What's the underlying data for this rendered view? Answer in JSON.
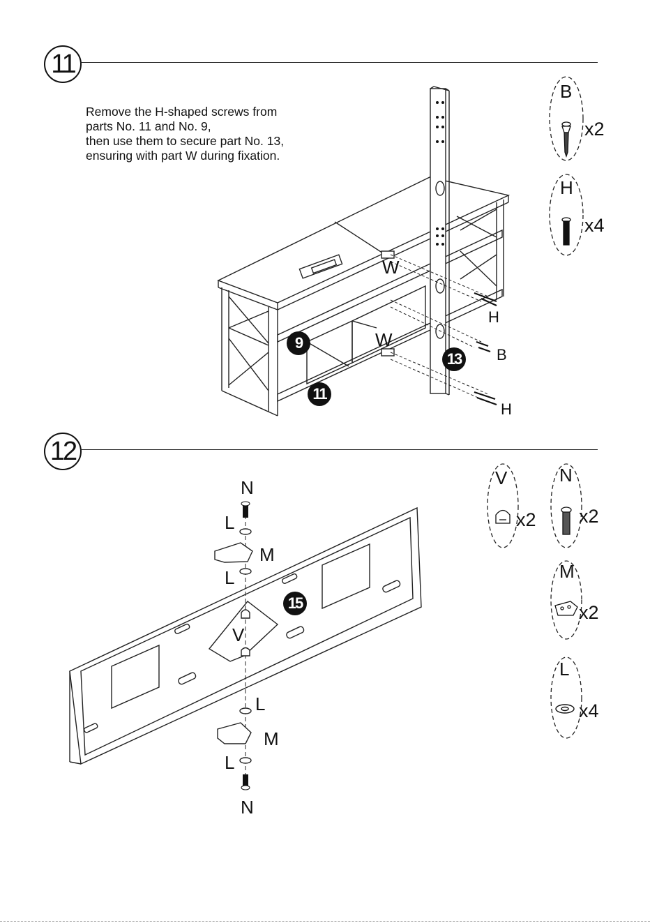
{
  "steps": [
    {
      "number": "11",
      "instructions": "Remove the H-shaped screws from\nparts No. 11 and No. 9,\n then use them to secure part No. 13,\nensuring with part W during fixation.",
      "callouts": {
        "w_top": "W",
        "w_bottom": "W",
        "h_top": "H",
        "b": "B",
        "h_bottom": "H"
      },
      "part_badges": {
        "p9": "9",
        "p11": "11",
        "p13": "13"
      },
      "hardware": [
        {
          "letter": "B",
          "quantity": "x2",
          "icon": "long-screw-icon"
        },
        {
          "letter": "H",
          "quantity": "x4",
          "icon": "bolt-icon"
        }
      ]
    },
    {
      "number": "12",
      "callouts": {
        "n_top": "N",
        "l_1": "L",
        "m_top": "M",
        "l_2": "L",
        "v": "V",
        "l_3": "L",
        "m_bottom": "M",
        "l_4": "L",
        "n_bottom": "N"
      },
      "part_badges": {
        "p15": "15"
      },
      "hardware": [
        {
          "letter": "V",
          "quantity": "x2",
          "icon": "cap-nut-icon"
        },
        {
          "letter": "N",
          "quantity": "x2",
          "icon": "machine-screw-icon"
        },
        {
          "letter": "M",
          "quantity": "x2",
          "icon": "angle-bracket-icon"
        },
        {
          "letter": "L",
          "quantity": "x4",
          "icon": "washer-icon"
        }
      ]
    }
  ]
}
